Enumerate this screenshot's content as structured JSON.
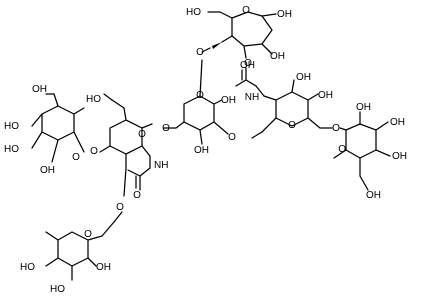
{
  "molecule": {
    "labels": {
      "oh": "OH",
      "ho": "HO",
      "o": "O",
      "nh": "NH",
      "ring_o": "O"
    }
  }
}
